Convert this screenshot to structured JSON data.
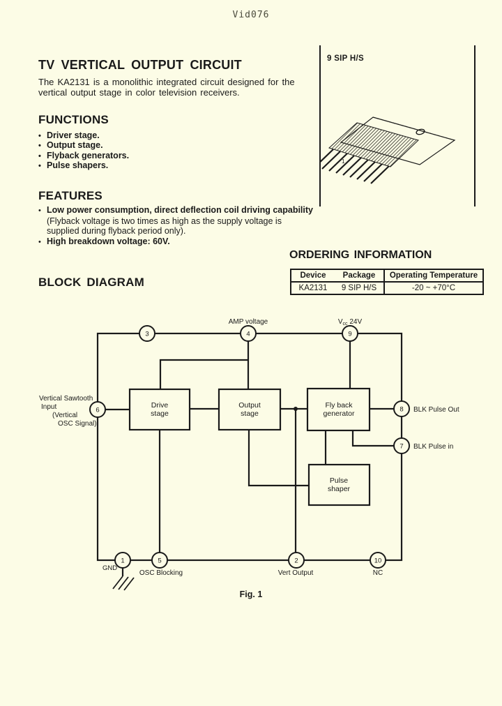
{
  "page": {
    "doc_code": "Vid076",
    "fig_caption": "Fig. 1",
    "colors": {
      "background": "#FCFCE6",
      "ink": "#1A1A1A"
    }
  },
  "bullets": {
    "glyph": "•"
  },
  "header": {
    "title": "TV VERTICAL OUTPUT CIRCUIT",
    "description_line1": "The KA2131 is a monolithic integrated circuit designed for the",
    "description_line2": "vertical output stage in color television receivers."
  },
  "package_panel": {
    "label": "9 SIP H/S",
    "pin1_marker": "1"
  },
  "functions": {
    "heading": "FUNCTIONS",
    "items": [
      "Driver stage.",
      "Output stage.",
      "Flyback generators.",
      "Pulse shapers."
    ]
  },
  "features": {
    "heading": "FEATURES",
    "item1_line1": "Low power consumption, direct deflection coil driving capability",
    "item1_line2": "(Flyback voltage is two times as high as the supply voltage is",
    "item1_line3": "supplied during flyback period only).",
    "item2": "High breakdown voltage: 60V."
  },
  "ordering": {
    "heading": "ORDERING INFORMATION",
    "col_device": "Device",
    "col_package": "Package",
    "col_temp": "Operating Temperature",
    "device": "KA2131",
    "package": "9 SIP H/S",
    "temp": "-20 ~ +70°C"
  },
  "diagram": {
    "heading": "BLOCK DIAGRAM",
    "pin_numbers": {
      "p1": "1",
      "p2": "2",
      "p3": "3",
      "p4": "4",
      "p5": "5",
      "p6": "6",
      "p7": "7",
      "p8": "8",
      "p9": "9",
      "p10": "10"
    },
    "labels": {
      "amp_voltage": "AMP voltage",
      "vcc_v": "V",
      "vcc_sub": "cc",
      "vcc_rest": " 24V",
      "blk_pulse_out": "BLK Pulse Out",
      "blk_pulse_in": "BLK Pulse in",
      "gnd": "GND",
      "osc_blocking": "OSC Blocking",
      "vert_output": "Vert Output",
      "nc": "NC",
      "input_line1": "Vertical Sawtooth",
      "input_line2": "Input",
      "input_line3": "(Vertical",
      "input_line4": "OSC Signal)"
    },
    "blocks": {
      "drive_line1": "Drive",
      "drive_line2": "stage",
      "output_line1": "Output",
      "output_line2": "stage",
      "flyback_line1": "Fly back",
      "flyback_line2": "generator",
      "pulse_line1": "Pulse",
      "pulse_line2": "shaper"
    }
  }
}
